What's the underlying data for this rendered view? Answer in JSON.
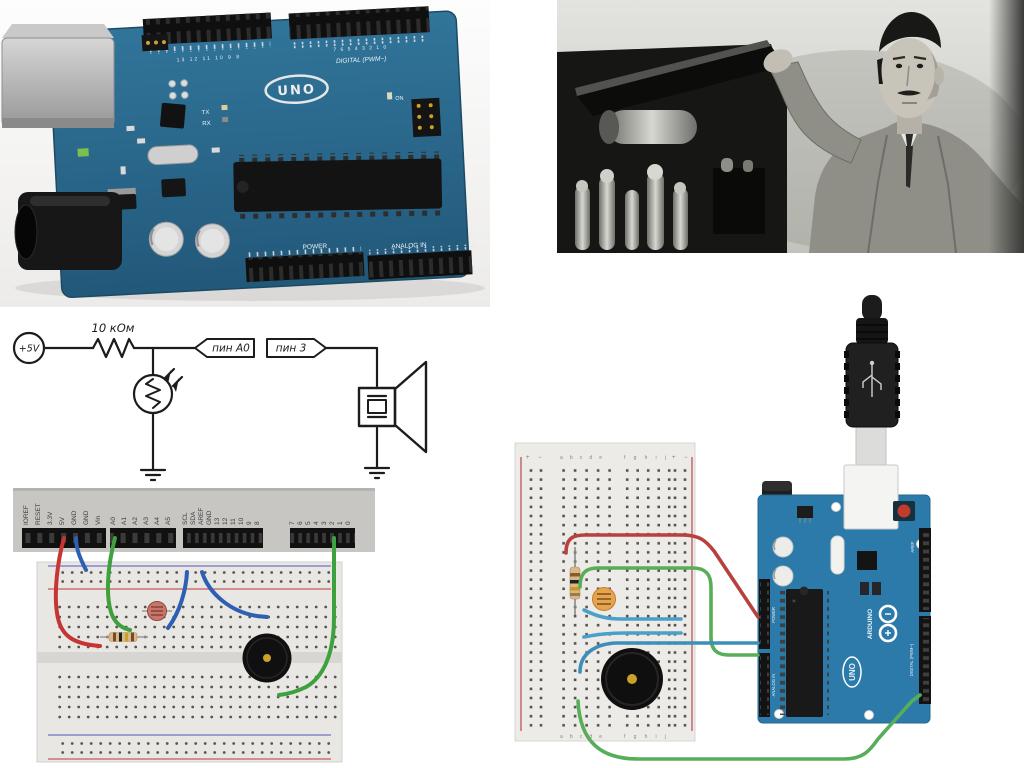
{
  "page": {
    "background": "#ffffff"
  },
  "colors": {
    "arduino_tinkercad_blue": "#2b7aa9",
    "photo_board_teal": "#2f7193",
    "wire_red": "#c03a38",
    "wire_green": "#53a953",
    "wire_blue": "#2d5fb3",
    "wire_lightblue": "#49a0c9",
    "breadboard": "#edebe7",
    "buzzer_black": "#0f0f0f",
    "buzzer_dot_gold": "#c9a227"
  },
  "arduino_photo": {
    "logo": "UNO",
    "digital_label": "DIGITAL (PWM~)",
    "power_label": "POWER",
    "analog_label": "ANALOG IN",
    "tx_label": "TX",
    "rx_label": "RX",
    "on_label": "ON",
    "header1_pins": "13 12 11 10 9 8",
    "header2_pins": "7 6 5 4 3 2 1 0"
  },
  "schematic": {
    "supply_label": "+5V",
    "resistor_label": "10 кОм",
    "pin_a0_label": "пин A0",
    "pin_3_label": "пин 3"
  },
  "left_wiring": {
    "groups": [
      {
        "pins": [
          "IOREF",
          "RESET",
          "3.3V",
          "5V",
          "GND",
          "GND",
          "Vin"
        ]
      },
      {
        "pins": [
          "A0",
          "A1",
          "A2",
          "A3",
          "A4",
          "A5"
        ]
      },
      {
        "pins": [
          "SCL",
          "SDA",
          "AREF",
          "GND",
          "13",
          "12",
          "11",
          "10",
          "9",
          "8"
        ]
      },
      {
        "pins": [
          "7",
          "6",
          "5",
          "4",
          "3",
          "2",
          "1",
          "0"
        ]
      }
    ]
  },
  "right_wiring": {
    "columns_left": "a b c d e",
    "columns_right": "f g h i j",
    "plus": "+",
    "minus": "−",
    "brand": "ARDUINO",
    "model": "UNO",
    "digital_label": "DIGITAL (PWM~)",
    "analog_label": "ANALOG IN",
    "power_label": "POWER",
    "aref_label": "AREF"
  }
}
